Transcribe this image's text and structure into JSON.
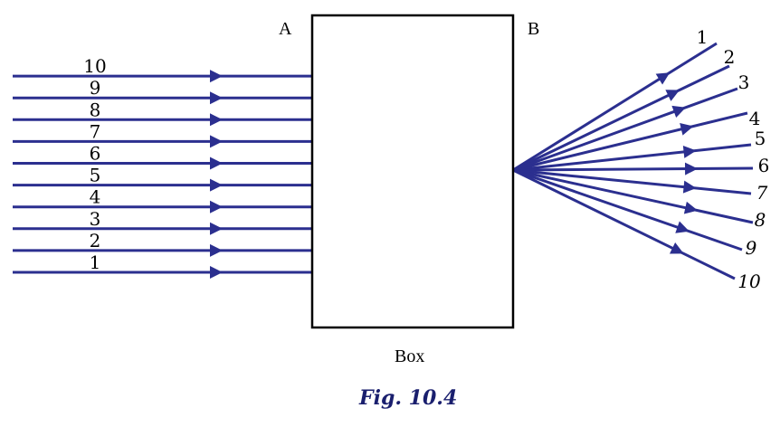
{
  "point_a_label": "A",
  "point_b_label": "B",
  "box_label": "Box",
  "caption": "Fig. 10.4",
  "incoming_ray_labels": [
    "1",
    "2",
    "3",
    "4",
    "5",
    "6",
    "7",
    "8",
    "9",
    "10"
  ],
  "outgoing_ray_labels": [
    "1",
    "2",
    "3",
    "4",
    "5",
    "6",
    "7",
    "8",
    "9",
    "10"
  ],
  "ray_color": "#2b2f8f"
}
